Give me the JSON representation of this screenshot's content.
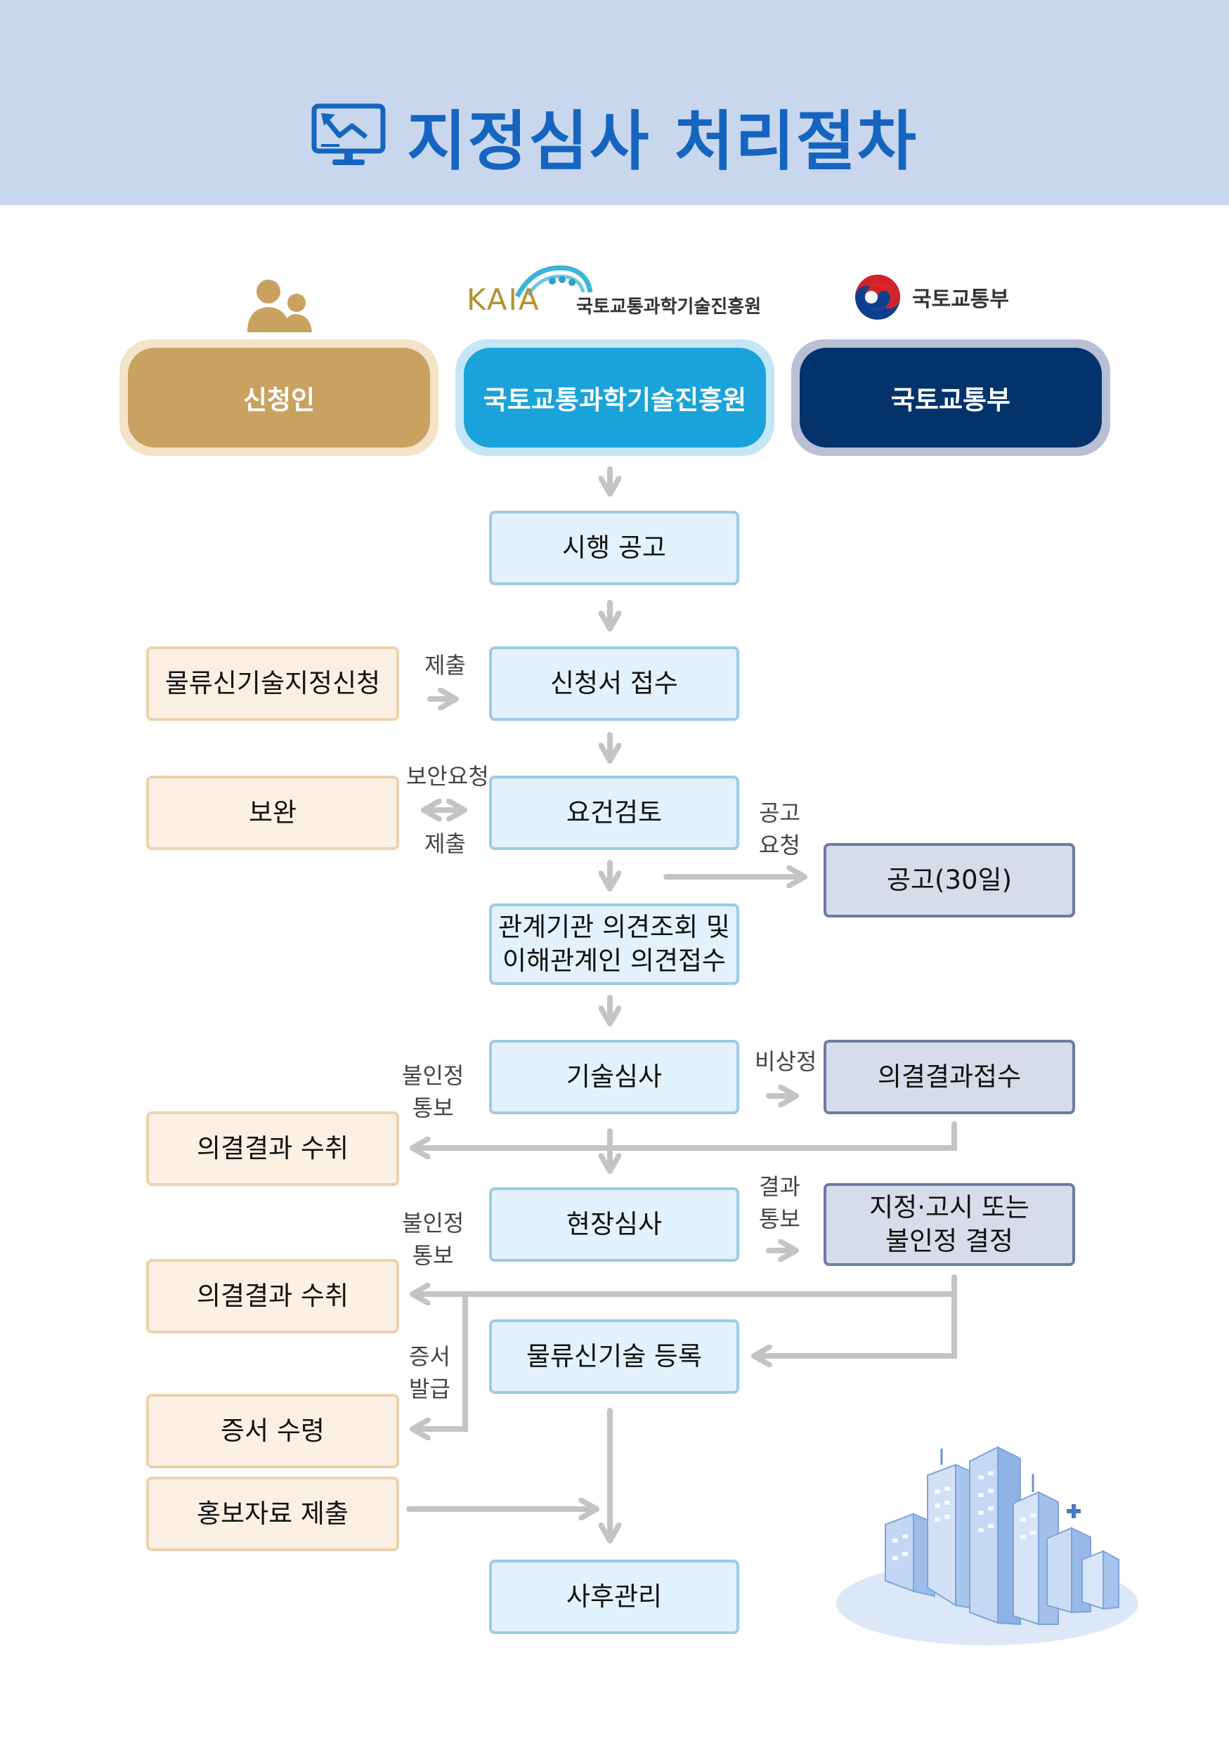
{
  "title": "지정심사 처리절차",
  "colors": {
    "header_bg": "#c9d7ee",
    "title": "#1565c0",
    "applicant": "#c9a262",
    "kaia": "#1aa3da",
    "molit": "#04336b",
    "arrow": "#c4c4c4"
  },
  "logos": {
    "kaia_mark": "KAIA",
    "kaia_name": "국토교통과학기술진흥원",
    "molit_name": "국토교통부"
  },
  "roles": {
    "applicant": "신청인",
    "kaia": "국토교통과학기술진흥원",
    "molit": "국토교통부"
  },
  "nodes": {
    "announce": "시행 공고",
    "receive": "신청서 접수",
    "review": "요건검토",
    "opinion_1": "관계기관 의견조회 및",
    "opinion_2": "이해관계인 의견접수",
    "tech_review": "기술심사",
    "site_review": "현장심사",
    "register": "물류신기술 등록",
    "aftercare": "사후관리",
    "apply": "물류신기술지정신청",
    "supplement": "보완",
    "receipt_1": "의결결과 수취",
    "receipt_2": "의결결과 수취",
    "cert_receive": "증서 수령",
    "pr_submit": "홍보자료 제출",
    "notice30": "공고(30일)",
    "decision_receive": "의결결과접수",
    "designate_1": "지정·고시 또는",
    "designate_2": "불인정 결정"
  },
  "labels": {
    "submit": "제출",
    "sup_request": "보안요청",
    "sup_submit": "제출",
    "notice_req_1": "공고",
    "notice_req_2": "요청",
    "reject1_1": "불인정",
    "reject1_2": "통보",
    "emergency": "비상정",
    "reject2_1": "불인정",
    "reject2_2": "통보",
    "result_1": "결과",
    "result_2": "통보",
    "cert_1": "증서",
    "cert_2": "발급"
  },
  "icons": [
    "monitor-chart-icon",
    "people-icon",
    "kaia-logo-icon",
    "taegeuk-logo-icon",
    "city-buildings-illustration"
  ]
}
